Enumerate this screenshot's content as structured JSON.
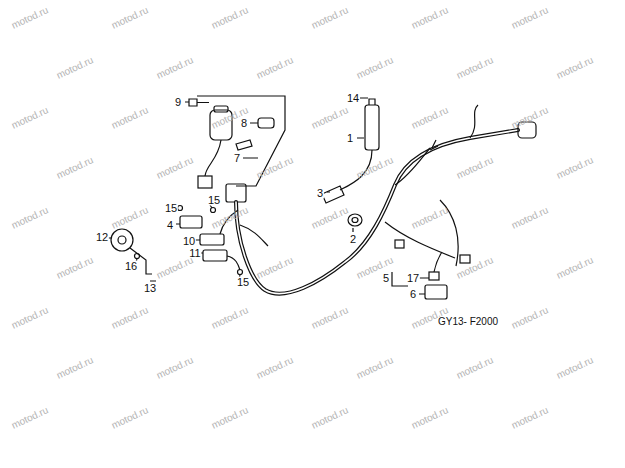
{
  "diagram": {
    "labels": [
      "14",
      "9",
      "8",
      "1",
      "7",
      "3",
      "15",
      "15",
      "4",
      "2",
      "12",
      "10",
      "11",
      "16",
      "15",
      "5",
      "17",
      "13",
      "6",
      "GY13- F2000",
      "motod.ru",
      "motod.ru",
      "motod.ru",
      "motod.ru",
      "motod.ru",
      "motod.ru",
      "motod.ru",
      "motod.ru",
      "motod.ru",
      "motod.ru",
      "motod.ru",
      "motod.ru",
      "motod.ru",
      "motod.ru",
      "motod.ru",
      "motod.ru",
      "motod.ru",
      "motod.ru",
      "motod.ru",
      "motod.ru",
      "motod.ru",
      "motod.ru",
      "motod.ru",
      "motod.ru",
      "motod.ru",
      "motod.ru",
      "motod.ru",
      "motod.ru",
      "motod.ru",
      "motod.ru",
      "motod.ru",
      "motod.ru",
      "motod.ru",
      "motod.ru",
      "motod.ru",
      "motod.ru",
      "motod.ru",
      "motod.ru",
      "motod.ru",
      "motod.ru",
      "motod.ru",
      "motod.ru",
      "motod.ru",
      "motod.ru",
      "motod.ru",
      "motod.ru",
      "motod.ru",
      "motod.ru",
      "motod.ru",
      "motod.ru",
      "motod.ru",
      "motod.ru",
      "motod.ru",
      "motod.ru"
    ]
  }
}
